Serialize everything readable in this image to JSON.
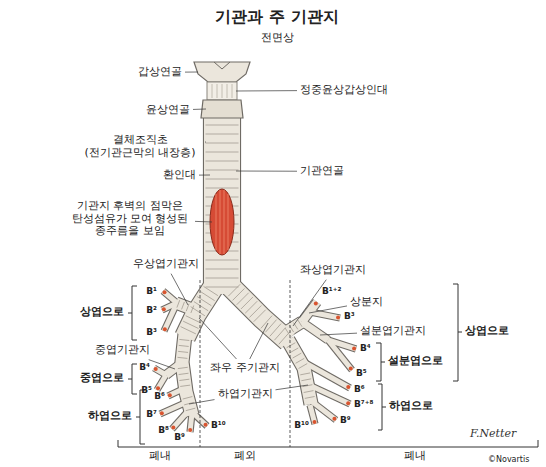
{
  "diagram": {
    "title": "기관과 주 기관지",
    "labels": [
      "전면상",
      "갑상연골",
      "정중윤상갑상인대",
      "윤상연골",
      "결체조직초 (전기관근막의 내장층)",
      "환인대",
      "기관연골",
      "기관지 후벽의 점막은 탄성섬유가 모여 형성된 종주름을 보임",
      "우상엽기관지",
      "좌상엽기관지",
      "B¹",
      "상엽으로",
      "B²",
      "B³",
      "B¹⁺²",
      "상분지",
      "B³",
      "설분엽기관지",
      "중엽기관지",
      "B⁴",
      "중엽으로",
      "B⁵",
      "좌우 주기관지",
      "B⁴",
      "설분엽으로",
      "상엽으로",
      "B⁵",
      "하엽기관지",
      "B⁶",
      "B⁷",
      "하엽으로",
      "B⁸",
      "B⁹",
      "B¹⁰",
      "B⁶",
      "B⁷⁺⁸",
      "하엽으로",
      "B¹⁰",
      "B⁹",
      "폐내",
      "폐외",
      "폐내",
      "F.Netter",
      "©Novartis"
    ]
  }
}
